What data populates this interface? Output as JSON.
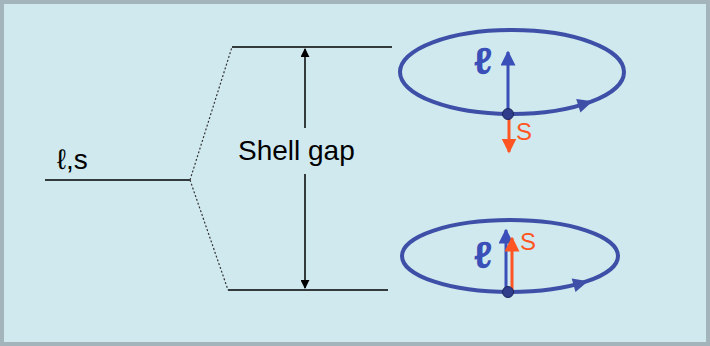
{
  "diagram": {
    "labels": [
      "ℓ,s",
      "Shell gap",
      "ℓ",
      "S",
      "ℓ",
      "S"
    ]
  }
}
